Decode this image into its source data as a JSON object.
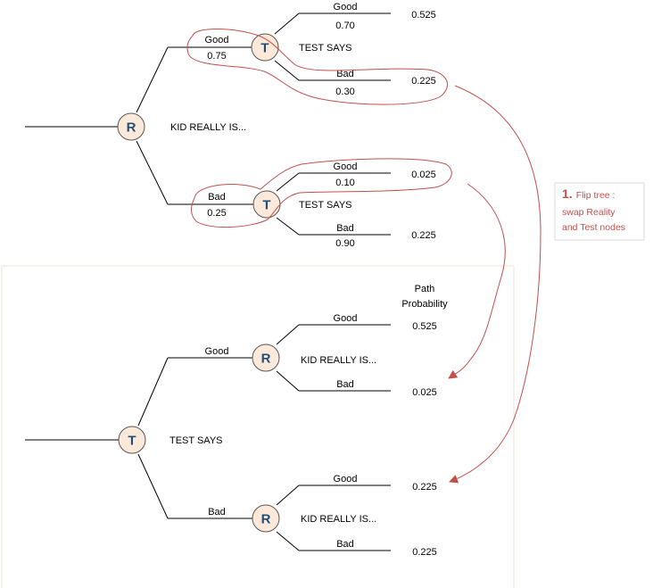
{
  "colors": {
    "node_fill": "#fde9d9",
    "node_stroke": "#555555",
    "node_letter": "#1f4e79",
    "annotation": "#c0504d",
    "panel_border": "#e9e4d4",
    "line": "#000000"
  },
  "top_tree": {
    "root": {
      "letter": "R",
      "caption": "KID REALLY IS..."
    },
    "branches": [
      {
        "label": "Good",
        "prob": "0.75",
        "node": {
          "letter": "T",
          "caption": "TEST SAYS"
        },
        "leaves": [
          {
            "label": "Good",
            "prob": "0.70",
            "path": "0.525"
          },
          {
            "label": "Bad",
            "prob": "0.30",
            "path": "0.225"
          }
        ]
      },
      {
        "label": "Bad",
        "prob": "0.25",
        "node": {
          "letter": "T",
          "caption": "TEST SAYS"
        },
        "leaves": [
          {
            "label": "Good",
            "prob": "0.10",
            "path": "0.025"
          },
          {
            "label": "Bad",
            "prob": "0.90",
            "path": "0.225"
          }
        ]
      }
    ]
  },
  "bottom_tree": {
    "header": [
      "Path",
      "Probability"
    ],
    "root": {
      "letter": "T",
      "caption": "TEST SAYS"
    },
    "branches": [
      {
        "label": "Good",
        "node": {
          "letter": "R",
          "caption": "KID REALLY IS..."
        },
        "leaves": [
          {
            "label": "Good",
            "path": "0.525"
          },
          {
            "label": "Bad",
            "path": "0.025"
          }
        ]
      },
      {
        "label": "Bad",
        "node": {
          "letter": "R",
          "caption": "KID REALLY IS..."
        },
        "leaves": [
          {
            "label": "Good",
            "path": "0.225"
          },
          {
            "label": "Bad",
            "path": "0.225"
          }
        ]
      }
    ]
  },
  "callout": {
    "number": "1.",
    "lines": [
      "Flip tree :",
      "swap Reality",
      "and Test nodes"
    ]
  }
}
